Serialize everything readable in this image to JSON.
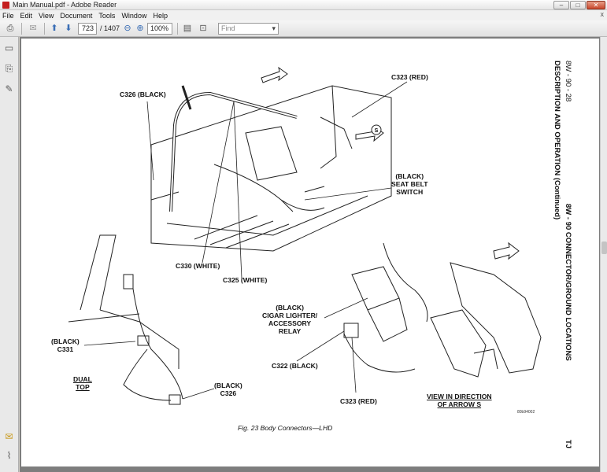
{
  "window": {
    "title": "Main Manual.pdf - Adobe Reader",
    "controls": {
      "minimize": "–",
      "maximize": "□",
      "close": "✕"
    }
  },
  "menubar": {
    "items": [
      "File",
      "Edit",
      "View",
      "Document",
      "Tools",
      "Window",
      "Help"
    ],
    "close": "x"
  },
  "toolbar": {
    "page_current": "723",
    "page_total": "/ 1407",
    "zoom": "100%",
    "find_placeholder": "Find",
    "icons": [
      "printer-icon",
      "email-icon",
      "page-up-icon",
      "page-down-icon",
      "zoom-out-icon",
      "zoom-in-icon",
      "fit-page-icon",
      "fit-width-icon"
    ]
  },
  "sidebar": {
    "icons": [
      "pages-icon",
      "bookmarks-icon",
      "signatures-icon",
      "comments-icon",
      "attachments-icon"
    ]
  },
  "document": {
    "header_page": "8W - 90 - 28",
    "header_section": "8W - 90 CONNECTOR/GROUND LOCATIONS",
    "header_model": "TJ",
    "header_subtitle": "DESCRIPTION AND OPERATION (Continued)",
    "caption": "Fig. 23 Body Connectors—LHD",
    "figure_id": "80b94002",
    "labels": {
      "c326_top": "C326 (BLACK)",
      "c323_top": "C323 (RED)",
      "seat_belt": "(BLACK)\nSEAT BELT\nSWITCH",
      "c330": "C330 (WHITE)",
      "c325": "C325 (WHITE)",
      "cigar": "(BLACK)\nCIGAR LIGHTER/\nACCESSORY\nRELAY",
      "c331": "(BLACK)\nC331",
      "dual_top": "DUAL\nTOP",
      "c326_bottom": "(BLACK)\nC326",
      "c322": "C322 (BLACK)",
      "c323_bottom": "C323 (RED)",
      "view_direction": "VIEW IN DIRECTION\nOF ARROW S",
      "arrow_s": "S"
    }
  }
}
